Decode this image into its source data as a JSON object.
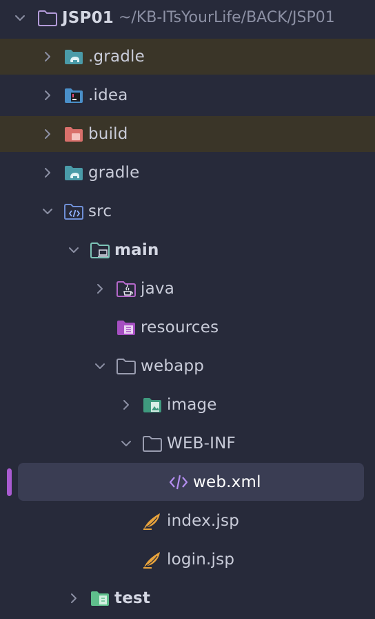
{
  "project": {
    "name": "JSP01",
    "path": "~/KB-ITsYourLife/BACK/JSP01"
  },
  "items": [
    {
      "label": ".gradle",
      "icon": "gradle-folder-icon",
      "expanded": false,
      "excluded": true
    },
    {
      "label": ".idea",
      "icon": "idea-folder-icon",
      "expanded": false,
      "excluded": false
    },
    {
      "label": "build",
      "icon": "build-folder-icon",
      "expanded": false,
      "excluded": true
    },
    {
      "label": "gradle",
      "icon": "gradle-folder-icon",
      "expanded": false,
      "excluded": false
    },
    {
      "label": "src",
      "icon": "source-folder-icon",
      "expanded": true
    },
    {
      "label": "main",
      "icon": "main-module-folder-icon",
      "expanded": true
    },
    {
      "label": "java",
      "icon": "java-source-folder-icon",
      "expanded": false
    },
    {
      "label": "resources",
      "icon": "resources-folder-icon"
    },
    {
      "label": "webapp",
      "icon": "folder-icon",
      "expanded": true
    },
    {
      "label": "image",
      "icon": "image-folder-icon",
      "expanded": false
    },
    {
      "label": "WEB-INF",
      "icon": "folder-icon",
      "expanded": true
    },
    {
      "label": "web.xml",
      "icon": "xml-file-icon",
      "selected": true
    },
    {
      "label": "index.jsp",
      "icon": "jsp-file-icon"
    },
    {
      "label": "login.jsp",
      "icon": "jsp-file-icon"
    },
    {
      "label": "test",
      "icon": "test-folder-icon",
      "expanded": false
    }
  ],
  "colors": {
    "background": "#272a3a",
    "excluded_row": "#3a3528",
    "selection": "#3a3d53",
    "selection_marker": "#a95bd1"
  }
}
